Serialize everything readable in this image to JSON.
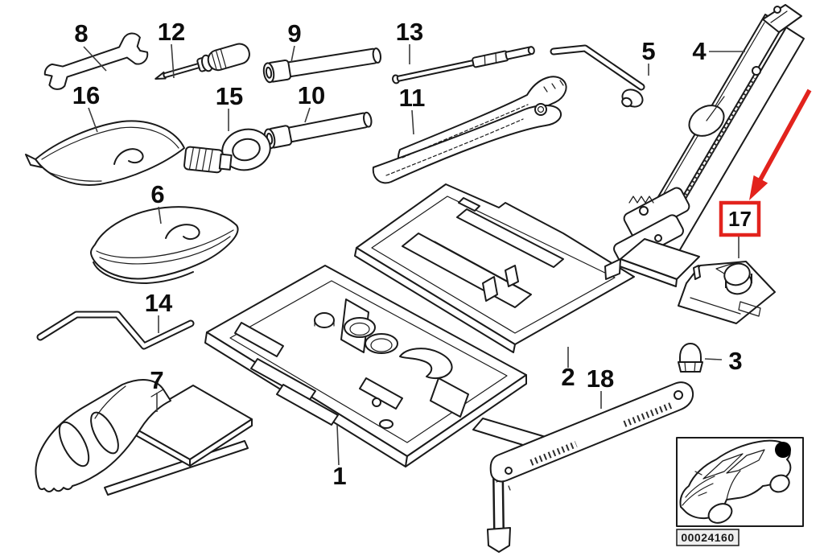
{
  "part_labels": {
    "1": "1",
    "2": "2",
    "3": "3",
    "4": "4",
    "5": "5",
    "6": "6",
    "7": "7",
    "8": "8",
    "9": "9",
    "10": "10",
    "11": "11",
    "12": "12",
    "13": "13",
    "14": "14",
    "15": "15",
    "16": "16",
    "18": "18"
  },
  "highlighted_part": {
    "label": "17"
  },
  "image_code": "00024160",
  "colors": {
    "line": "#1a1a1a",
    "highlight_red": "#e2231d",
    "leader_gray": "#3c3c3c"
  }
}
